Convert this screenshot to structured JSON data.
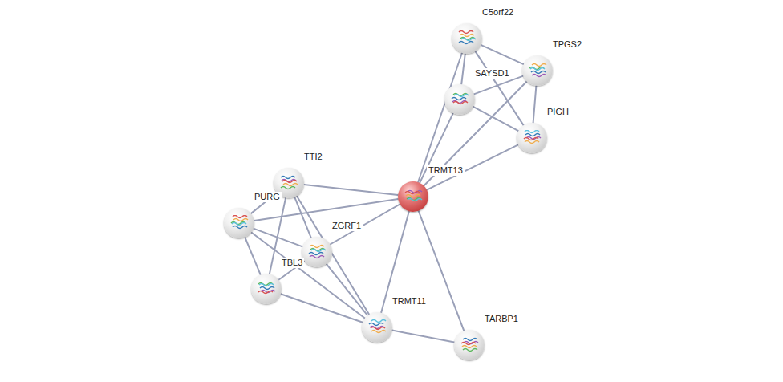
{
  "diagram": {
    "nodes": [
      {
        "text": [
          "C5orf22"
        ]
      },
      {
        "text": [
          "TPGS2"
        ]
      },
      {
        "text": [
          "SAYSD1"
        ]
      },
      {
        "text": [
          "PIGH"
        ]
      },
      {
        "text": [
          "TTI2"
        ]
      },
      {
        "text": [
          "TRMT13"
        ]
      },
      {
        "text": [
          "PURG"
        ]
      },
      {
        "text": [
          "ZGRF1"
        ]
      },
      {
        "text": [
          "TBL3"
        ]
      },
      {
        "text": [
          "TRMT11"
        ]
      },
      {
        "text": [
          "TARBP1"
        ]
      }
    ],
    "edges": [
      {
        "from": 0,
        "to": 1,
        "arrow": "none"
      },
      {
        "from": 0,
        "to": 2,
        "arrow": "none"
      },
      {
        "from": 0,
        "to": 3,
        "arrow": "none"
      },
      {
        "from": 0,
        "to": 5,
        "arrow": "none"
      },
      {
        "from": 1,
        "to": 2,
        "arrow": "none"
      },
      {
        "from": 1,
        "to": 3,
        "arrow": "none"
      },
      {
        "from": 1,
        "to": 5,
        "arrow": "none"
      },
      {
        "from": 2,
        "to": 3,
        "arrow": "none"
      },
      {
        "from": 2,
        "to": 5,
        "arrow": "none"
      },
      {
        "from": 3,
        "to": 5,
        "arrow": "none"
      },
      {
        "from": 4,
        "to": 5,
        "arrow": "none"
      },
      {
        "from": 4,
        "to": 6,
        "arrow": "none"
      },
      {
        "from": 4,
        "to": 7,
        "arrow": "none"
      },
      {
        "from": 4,
        "to": 8,
        "arrow": "none"
      },
      {
        "from": 4,
        "to": 9,
        "arrow": "none"
      },
      {
        "from": 6,
        "to": 5,
        "arrow": "none"
      },
      {
        "from": 6,
        "to": 7,
        "arrow": "none"
      },
      {
        "from": 6,
        "to": 8,
        "arrow": "none"
      },
      {
        "from": 6,
        "to": 9,
        "arrow": "none"
      },
      {
        "from": 7,
        "to": 5,
        "arrow": "none"
      },
      {
        "from": 7,
        "to": 8,
        "arrow": "none"
      },
      {
        "from": 7,
        "to": 9,
        "arrow": "none"
      },
      {
        "from": 8,
        "to": 9,
        "arrow": "none"
      },
      {
        "from": 9,
        "to": 5,
        "arrow": "none"
      },
      {
        "from": 9,
        "to": 10,
        "arrow": "none"
      },
      {
        "from": 10,
        "to": 5,
        "arrow": "none"
      }
    ]
  }
}
